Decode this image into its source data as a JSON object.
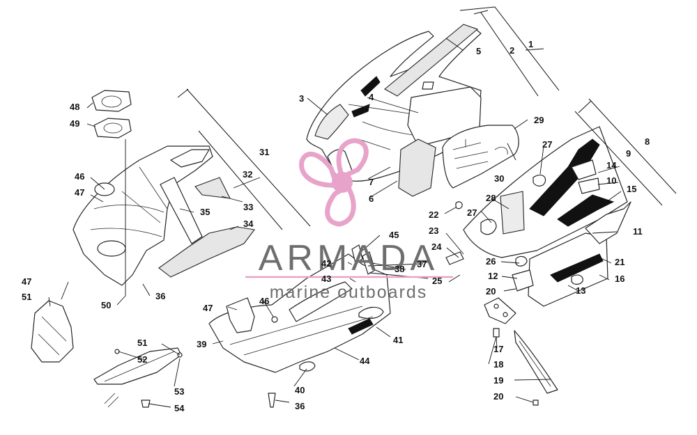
{
  "diagram": {
    "callouts": {
      "c1": "1",
      "c2": "2",
      "c3": "3",
      "c4": "4",
      "c5": "5",
      "c6": "6",
      "c7": "7",
      "c8": "8",
      "c9": "9",
      "c10": "10",
      "c11": "11",
      "c12": "12",
      "c13": "13",
      "c14": "14",
      "c15": "15",
      "c16": "16",
      "c17": "17",
      "c18": "18",
      "c19": "19",
      "c20a": "20",
      "c20b": "20",
      "c21": "21",
      "c22": "22",
      "c23": "23",
      "c24": "24",
      "c25": "25",
      "c26": "26",
      "c27a": "27",
      "c27b": "27",
      "c28": "28",
      "c29": "29",
      "c30": "30",
      "c31": "31",
      "c32": "32",
      "c33": "33",
      "c34": "34",
      "c35": "35",
      "c36a": "36",
      "c36b": "36",
      "c37": "37",
      "c38": "38",
      "c39": "39",
      "c40": "40",
      "c41": "41",
      "c42": "42",
      "c43": "43",
      "c44": "44",
      "c45": "45",
      "c46a": "46",
      "c46b": "46",
      "c47a": "47",
      "c47b": "47",
      "c47c": "47",
      "c48": "48",
      "c49": "49",
      "c50": "50",
      "c51a": "51",
      "c51b": "51",
      "c52": "52",
      "c53": "53",
      "c54": "54"
    },
    "colors": {
      "line": "#222222",
      "watermark_logo": "#e7a3c9",
      "watermark_text": "#6e6e6e"
    }
  },
  "watermark": {
    "brand": "ARMADA",
    "tagline": "marine outboards",
    "logo_icon": "propeller-icon"
  }
}
